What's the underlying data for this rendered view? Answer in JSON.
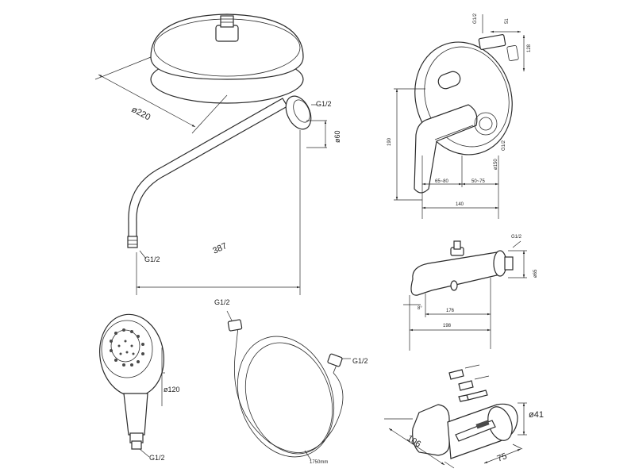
{
  "shower_head": {
    "diameter": "ø220"
  },
  "shower_arm": {
    "connection_top": "G1/2",
    "flange_diameter": "ø60",
    "length": "387",
    "connection_bottom": "G1/2"
  },
  "mixer": {
    "top_connection": "G1/2",
    "top_width": "51",
    "top_height": "128",
    "height": "190",
    "side_connection": "G1/2",
    "plate_diameter": "ø150",
    "depth_range_1": "65~80",
    "depth_range_2": "50~75",
    "depth_total": "140"
  },
  "spout": {
    "connection": "G1/2",
    "diameter": "ø65",
    "angle": "8°",
    "length_1": "176",
    "length_2": "198"
  },
  "hose": {
    "connection_top": "G1/2",
    "connection_right": "G1/2",
    "length": "1750mm"
  },
  "hand_shower": {
    "diameter": "ø120",
    "connection": "G1/2"
  },
  "holder": {
    "diameter": "ø41",
    "length": "106",
    "width": "75"
  }
}
